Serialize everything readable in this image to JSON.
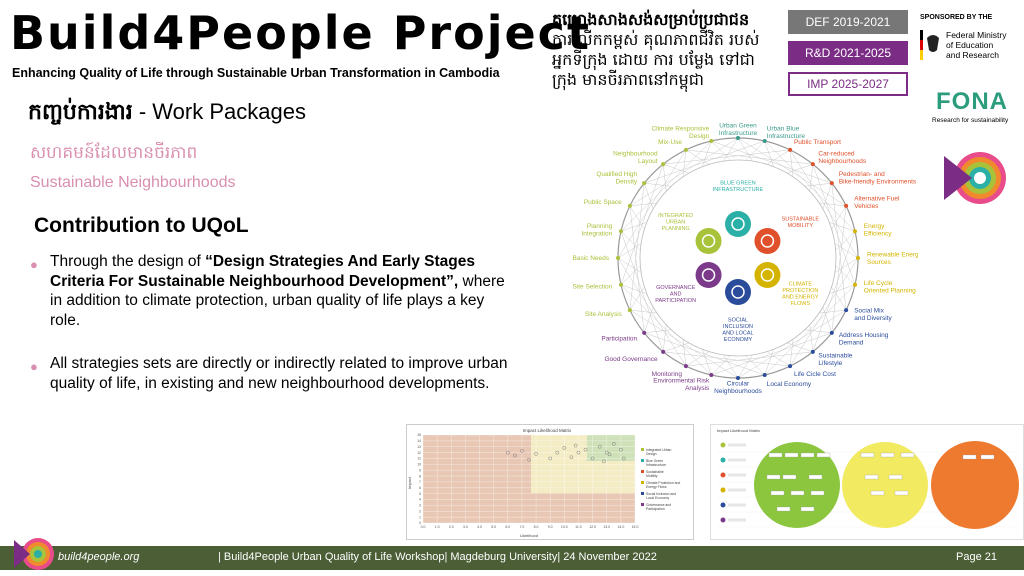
{
  "header": {
    "title": "Build4People Project",
    "subtitle": "Enhancing Quality of Life through Sustainable Urban Transformation in Cambodia",
    "khmer_lines": [
      "គម្រោងសាងសង់សម្រាប់ប្រជាជន",
      "ការលើកកម្ពស់ គុណភាពជីវិត របស់",
      "អ្នកទីក្រុង ដោយ ការ បម្លែង ទៅជា",
      "ក្រុង មានចីរភាពនៅកម្ពុជា"
    ],
    "phases": [
      "DEF 2019-2021",
      "R&D 2021-2025",
      "IMP 2025-2027"
    ]
  },
  "sponsor": {
    "label": "SPONSORED BY THE",
    "ministry_lines": [
      "Federal Ministry",
      "of Education",
      "and Research"
    ],
    "fona": "FONA",
    "fona_sub": "Research for sustainability"
  },
  "content": {
    "wp_khmer": "កញ្ចប់ការងារ",
    "wp_en": " - Work Packages",
    "sn_khmer": "សហគមន៍ដែលមានចីរភាព",
    "sn_en": "Sustainable Neighbourhoods",
    "uqol_title": "Contribution to UQoL",
    "bullet1_pre": "Through the design of ",
    "bullet1_bold": "“Design Strategies And Early Stages Criteria For Sustainable Neighbourhood Development”,",
    "bullet1_post": " where in addition to climate protection, urban quality of life plays a key role.",
    "bullet2": "All strategies sets are directly or indirectly related to improve urban quality of life, in existing and new neighbourhood developments."
  },
  "wheel": {
    "segments": [
      "BLUE GREEN INFRASTRUCTURE",
      "SUSTAINABLE MOBILITY",
      "CLIMATE PROTECTION AND ENERGY FLOWS",
      "SOCIAL INCLUSION AND LOCAL ECONOMY",
      "GOVERNANCE AND PARTICIPATION",
      "INTEGRATED URBAN PLANNING"
    ],
    "outer": [
      {
        "label": "Urban Green Infrastructure",
        "color": "#3a9a8a"
      },
      {
        "label": "Urban Blue Infrastructure",
        "color": "#3a9a8a"
      },
      {
        "label": "Public Transport",
        "color": "#e0502a"
      },
      {
        "label": "Car-reduced Neighbourhoods",
        "color": "#e0502a"
      },
      {
        "label": "Pedestrian- and Bike-friendly Environments",
        "color": "#e0502a"
      },
      {
        "label": "Alternative Fuel Vehicles",
        "color": "#e0502a"
      },
      {
        "label": "Energy Efficiency",
        "color": "#d4b400"
      },
      {
        "label": "Renewable Energy Sources",
        "color": "#d4b400"
      },
      {
        "label": "Life Cycle Oriented Planning",
        "color": "#d4b400"
      },
      {
        "label": "Social Mix and Diversity",
        "color": "#2a4c9a"
      },
      {
        "label": "Address Housing Demand",
        "color": "#2a4c9a"
      },
      {
        "label": "Sustainable Lifestyle",
        "color": "#2a4c9a"
      },
      {
        "label": "Life Cicle Cost",
        "color": "#2a4c9a"
      },
      {
        "label": "Local Economy",
        "color": "#2a4c9a"
      },
      {
        "label": "Circular Neighbourhoods",
        "color": "#2a4c9a"
      },
      {
        "label": "Environmental Risk Analysis",
        "color": "#7b3a8a"
      },
      {
        "label": "Monitoring",
        "color": "#7b3a8a"
      },
      {
        "label": "Good Governance",
        "color": "#7b3a8a"
      },
      {
        "label": "Participation",
        "color": "#7b3a8a"
      },
      {
        "label": "Site Analysis",
        "color": "#a8c23a"
      },
      {
        "label": "Site Selection",
        "color": "#a8c23a"
      },
      {
        "label": "Basic Needs",
        "color": "#a8c23a"
      },
      {
        "label": "Planning Integration",
        "color": "#a8c23a"
      },
      {
        "label": "Public Space",
        "color": "#a8c23a"
      },
      {
        "label": "Qualified High Density",
        "color": "#a8c23a"
      },
      {
        "label": "Neighbourhood Layout",
        "color": "#a8c23a"
      },
      {
        "label": "Mix-Use",
        "color": "#a8c23a"
      },
      {
        "label": "Climate Responsive Design",
        "color": "#a8c23a"
      }
    ]
  },
  "matrix": {
    "title": "Impact Likelihood Matrix",
    "ylabel": "Impact",
    "xlabel": "Likelihood",
    "yticks": [
      "15",
      "14",
      "13",
      "12",
      "11",
      "10",
      "9",
      "8",
      "7",
      "6",
      "5",
      "4",
      "3",
      "2",
      "1",
      "0"
    ],
    "xticks": [
      "0.0",
      "1.0",
      "2.0",
      "3.0",
      "4.0",
      "5.0",
      "6.0",
      "7.0",
      "8.0",
      "9.0",
      "10.0",
      "11.0",
      "12.0",
      "13.0",
      "14.0",
      "15.0"
    ],
    "legend": [
      "Integrated Urban Design",
      "Blue Green Infrastructure",
      "Sustainable Mobility",
      "Climate Protection and Energy Flows",
      "Social Inclusion and Local Economy",
      "Governance and Participation"
    ]
  },
  "bubbles": {
    "title": "Impact Likelihood Matrix"
  },
  "footer": {
    "url": "build4people.org",
    "event": "| Build4People Urban Quality of Life Workshop| Magdeburg University| 24 November 2022",
    "page": "Page 21"
  }
}
